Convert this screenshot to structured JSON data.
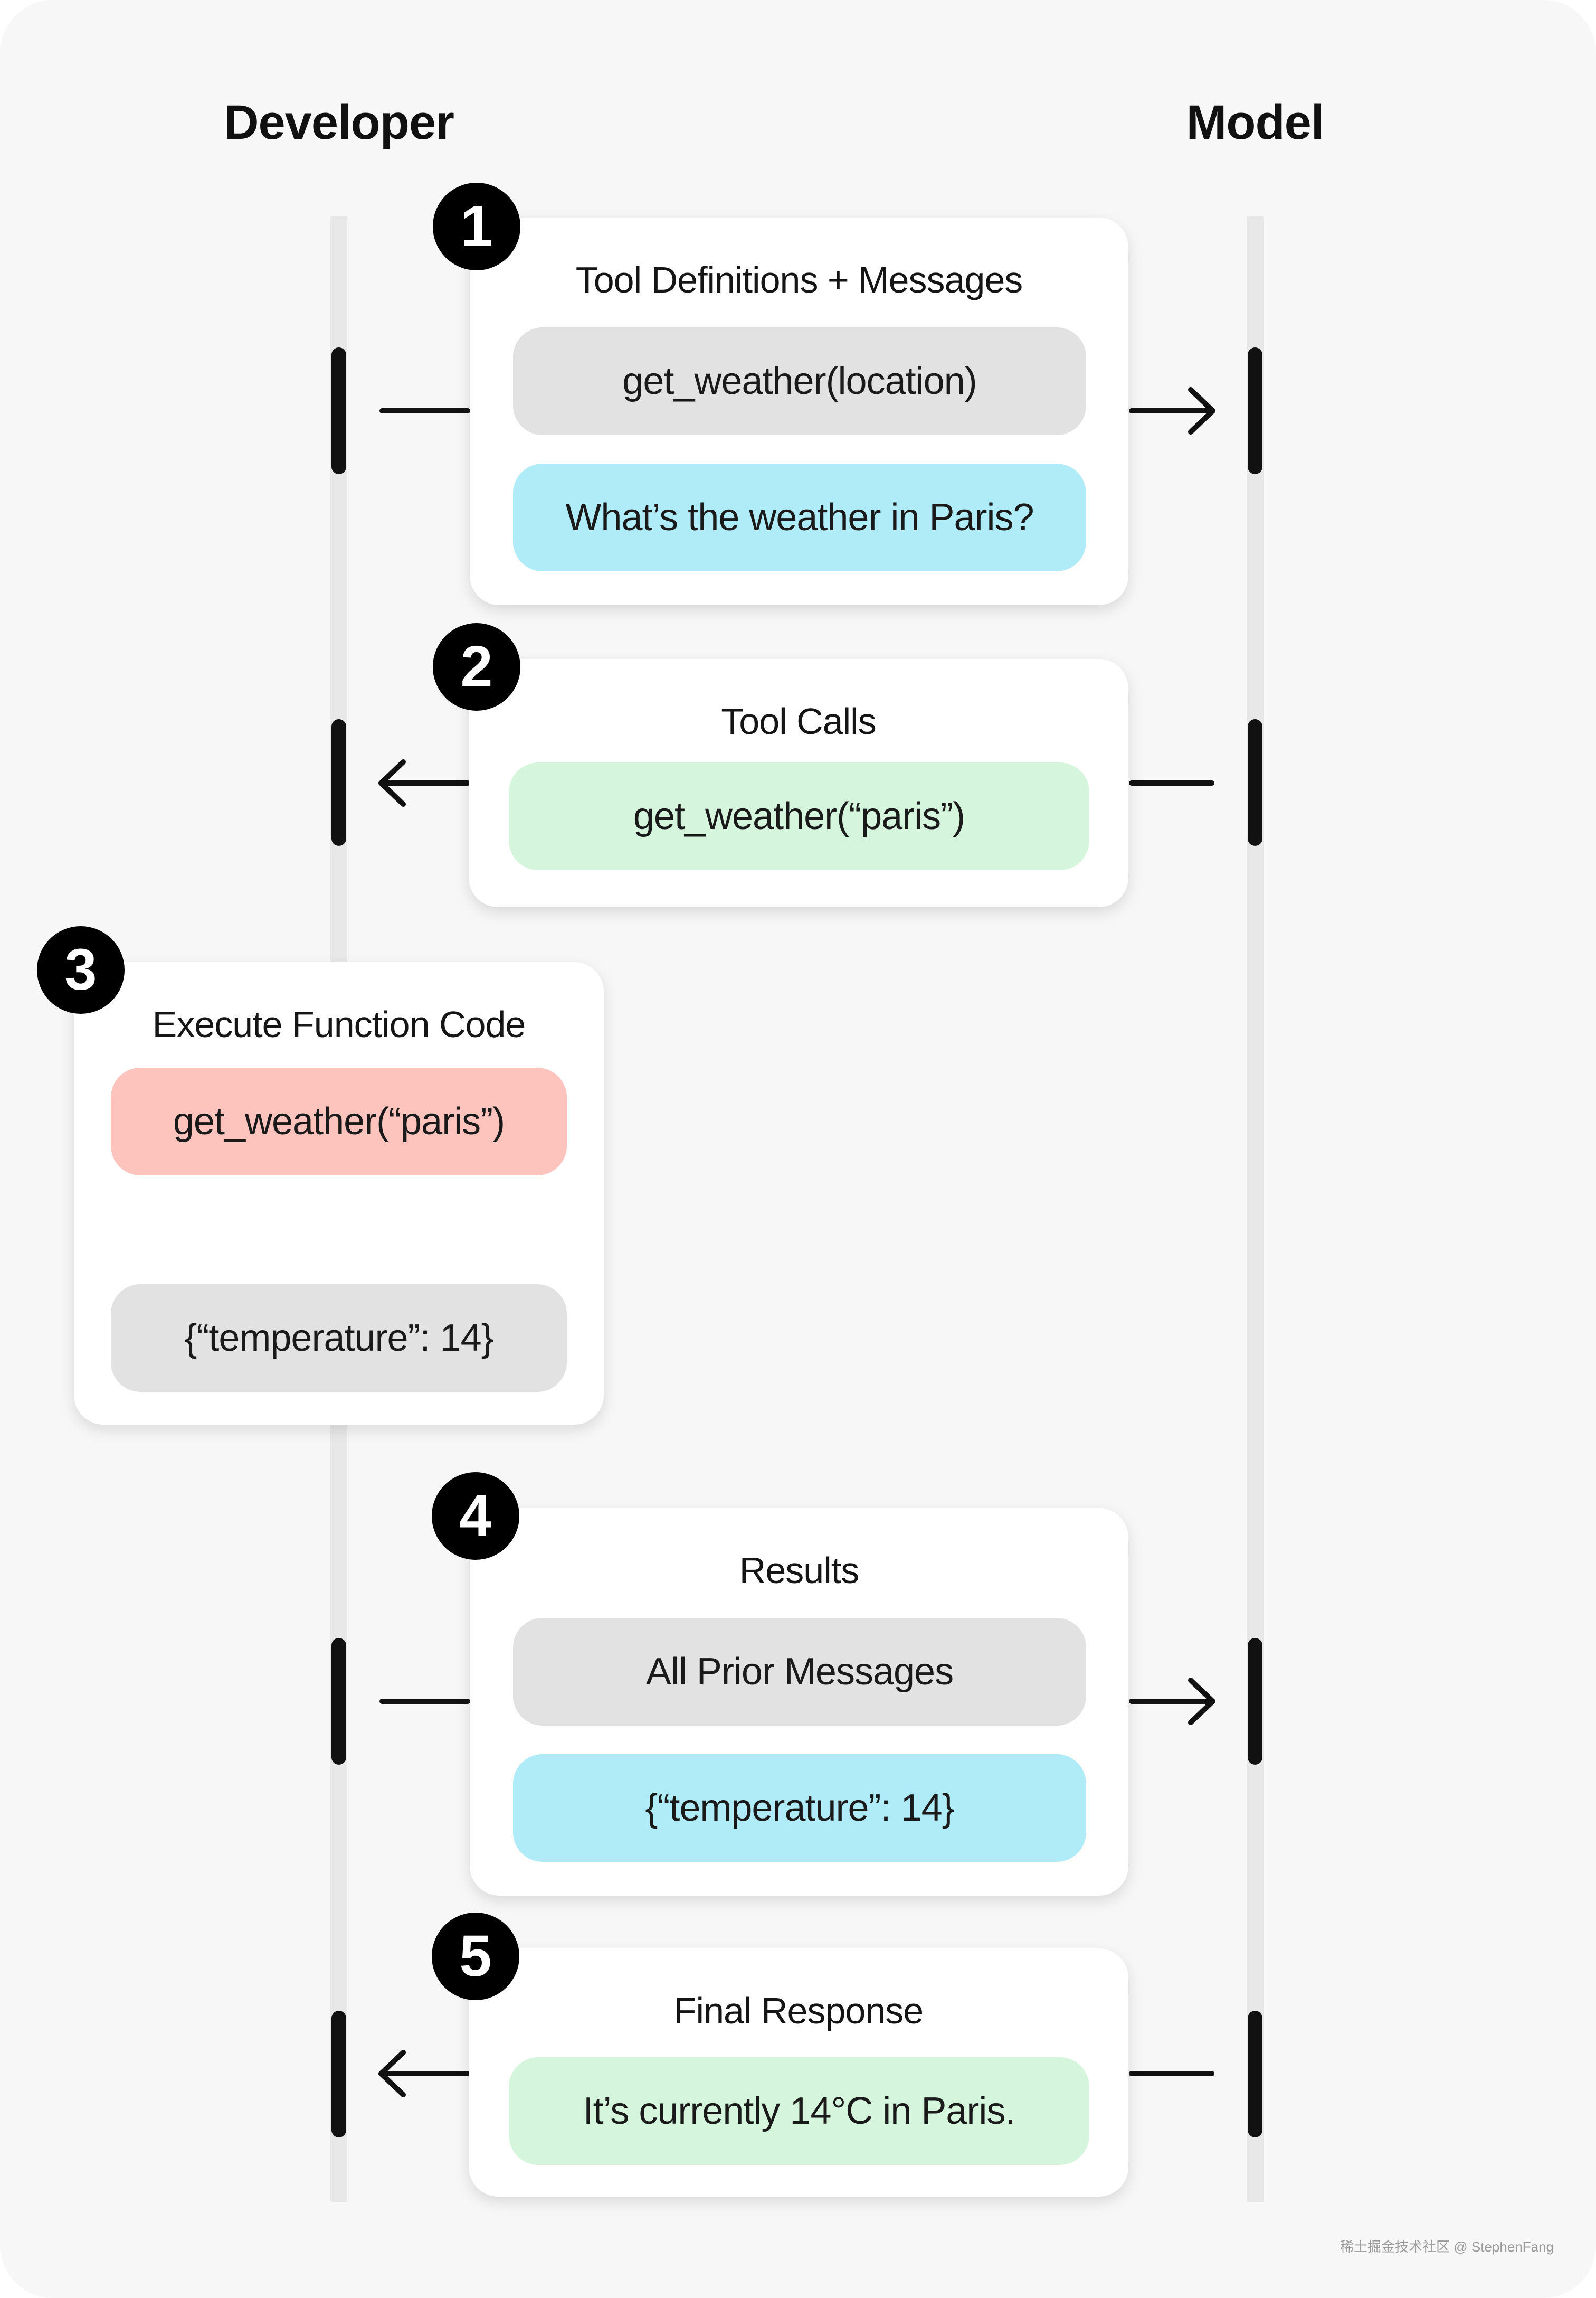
{
  "lanes": {
    "developer": "Developer",
    "model": "Model"
  },
  "steps": [
    {
      "number": "1",
      "title": "Tool Definitions + Messages",
      "pills": [
        "get_weather(location)",
        "What’s the weather in Paris?"
      ]
    },
    {
      "number": "2",
      "title": "Tool Calls",
      "pills": [
        "get_weather(“paris”)"
      ]
    },
    {
      "number": "3",
      "title": "Execute Function Code",
      "pills": [
        "get_weather(“paris”)",
        "{“temperature”: 14}"
      ]
    },
    {
      "number": "4",
      "title": "Results",
      "pills": [
        "All Prior Messages",
        "{“temperature”: 14}"
      ]
    },
    {
      "number": "5",
      "title": "Final Response",
      "pills": [
        "It’s currently 14°C in Paris."
      ]
    }
  ],
  "colors": {
    "gray_pill": "#e2e2e2",
    "blue_pill": "#b0ebf8",
    "green_pill": "#d5f6dd",
    "red_pill": "#fdc4be",
    "background": "#f7f7f7",
    "lane_line": "#e8e8e8"
  },
  "watermark": "稀土掘金技术社区 @ StephenFang"
}
